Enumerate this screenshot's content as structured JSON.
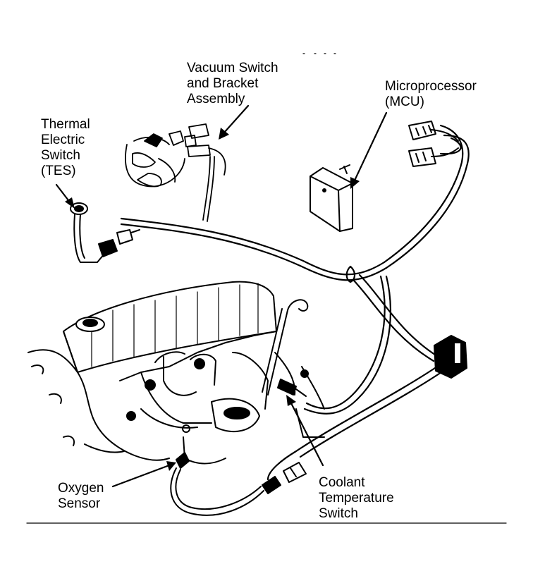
{
  "labels": {
    "vacuum_switch": [
      "Vacuum Switch",
      "and Bracket",
      "Assembly"
    ],
    "microprocessor": [
      "Microprocessor",
      "(MCU)"
    ],
    "thermal_switch": [
      "Thermal",
      "Electric",
      "Switch",
      "(TES)"
    ],
    "oxygen_sensor": [
      "Oxygen",
      "Sensor"
    ],
    "coolant_switch": [
      "Coolant",
      "Temperature",
      "Switch"
    ]
  },
  "colors": {
    "ink": "#000000",
    "paper": "#ffffff"
  }
}
